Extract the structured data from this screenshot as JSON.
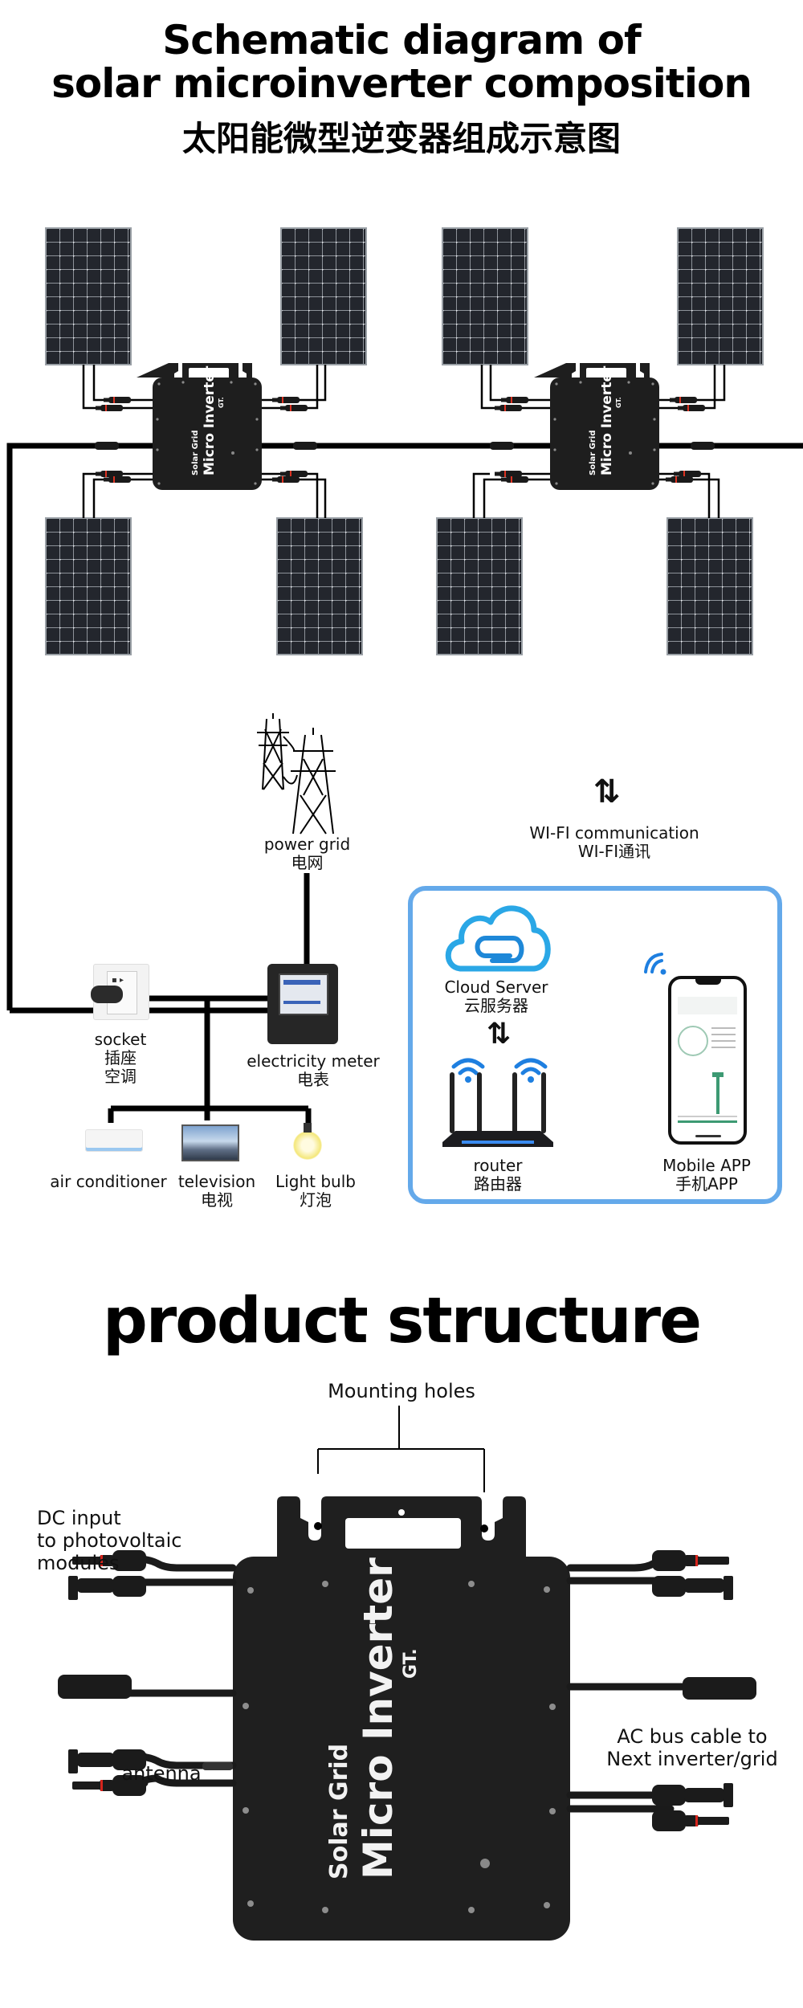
{
  "header": {
    "title_line1": "Schematic diagram of",
    "title_line2": "solar microinverter composition",
    "title_zh": "太阳能微型逆变器组成示意图"
  },
  "inverter_brand": {
    "line1": "Solar Grid",
    "line2": "Micro Inverter",
    "logo": "GT."
  },
  "schematic": {
    "power_grid": {
      "en": "power grid",
      "zh": "电网"
    },
    "wifi": {
      "arrow": "⇅",
      "en": "WI-FI communication",
      "zh": "WI-FI通讯"
    },
    "socket": {
      "en": "socket",
      "zh": "插座",
      "zh2": "空调"
    },
    "meter": {
      "en": "electricity meter",
      "zh": "电表"
    },
    "appliances": [
      {
        "en": "air conditioner",
        "zh": ""
      },
      {
        "en": "television",
        "zh": "电视"
      },
      {
        "en": "Light bulb",
        "zh": "灯泡"
      }
    ],
    "cloud": {
      "en": "Cloud Server",
      "zh": "云服务器"
    },
    "router": {
      "en": "router",
      "zh": "路由器"
    },
    "mobile": {
      "en": "Mobile APP",
      "zh": "手机APP"
    },
    "link_arrow": "⇅",
    "colors": {
      "wifi_box": "#64a9ea",
      "cloud": "#2aa7e6",
      "wifi_signal": "#1e7fe0",
      "app_accent": "#3d9a73"
    }
  },
  "product_structure": {
    "title": "product structure",
    "mounting_holes": "Mounting holes",
    "dc_input": [
      "DC input",
      "to photovoltaic",
      "modules"
    ],
    "antenna": "antenna",
    "ac_bus": [
      "AC bus cable to",
      "Next inverter/grid"
    ]
  }
}
